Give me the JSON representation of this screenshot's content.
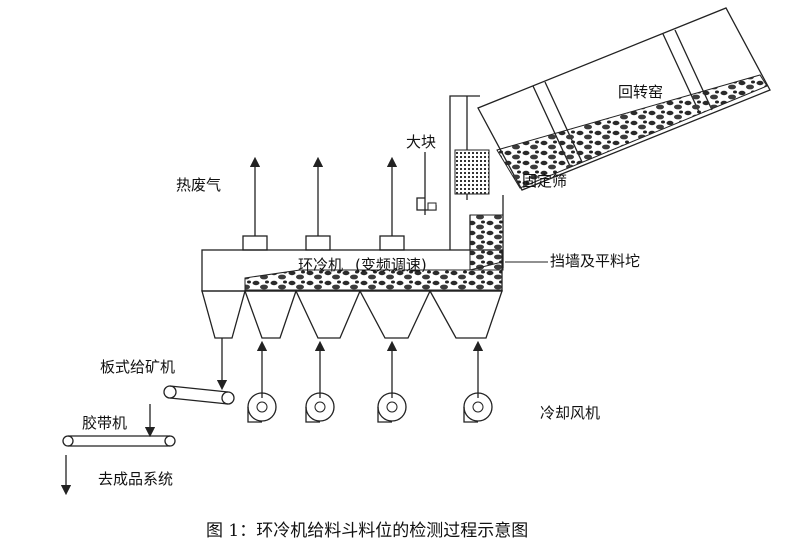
{
  "labels": {
    "kiln": "回转窑",
    "big_block": "大块",
    "hot_gas": "热废气",
    "fixed_screen": "固定筛",
    "retaining_wall": "挡墙及平料坨",
    "cooler": "环冷机",
    "vfd": "(变频调速)",
    "plate_feeder": "板式给矿机",
    "belt": "胶带机",
    "to_finished": "去成品系统",
    "fan": "冷却风机"
  },
  "caption": "图 1：环冷机给料斗料位的检测过程示意图"
}
